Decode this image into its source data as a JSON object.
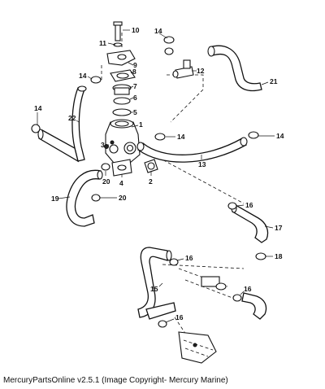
{
  "caption": "MercuryPartsOnline v2.5.1 (Image Copyright- Mercury Marine)",
  "callouts": {
    "c1": "1",
    "c2": "2",
    "c3": "3",
    "c4": "4",
    "c5": "5",
    "c6": "6",
    "c7": "7",
    "c8": "8",
    "c9": "9",
    "c10": "10",
    "c11": "11",
    "c12": "12",
    "c13": "13",
    "c14a": "14",
    "c14b": "14",
    "c14c": "14",
    "c14d": "14",
    "c14e": "14",
    "c15": "15",
    "c16a": "16",
    "c16b": "16",
    "c16c": "16",
    "c16d": "16",
    "c17": "17",
    "c18": "18",
    "c19": "19",
    "c20a": "20",
    "c20b": "20",
    "c21": "21",
    "c22": "22"
  }
}
